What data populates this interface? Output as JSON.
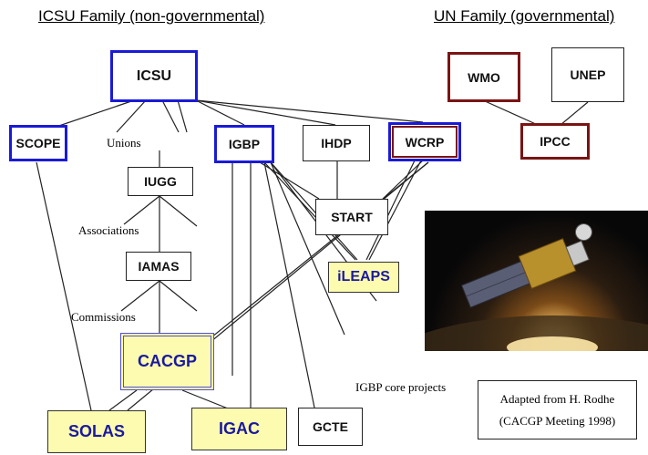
{
  "headers": {
    "icsu_family": "ICSU Family (non-governmental)",
    "un_family": "UN Family (governmental)"
  },
  "boxes": {
    "icsu": "ICSU",
    "wmo": "WMO",
    "unep": "UNEP",
    "scope": "SCOPE",
    "igbp": "IGBP",
    "ihdp": "IHDP",
    "wcrp": "WCRP",
    "ipcc": "IPCC",
    "iugg": "IUGG",
    "start": "START",
    "iamas": "IAMAS",
    "ileaps": "iLEAPS",
    "cacgp": "CACGP",
    "solas": "SOLAS",
    "igac": "IGAC",
    "gcte": "GCTE"
  },
  "labels": {
    "unions": "Unions",
    "associations": "Associations",
    "commissions": "Commissions",
    "core_projects": "IGBP core projects"
  },
  "credit": {
    "line1": "Adapted from H. Rodhe",
    "line2": "(CACGP Meeting 1998)"
  },
  "colors": {
    "icsu_border": "#1a1ad6",
    "un_border": "#7a1414",
    "highlight_fill": "#fdfbb0",
    "highlight_text": "#1a1aa0"
  }
}
